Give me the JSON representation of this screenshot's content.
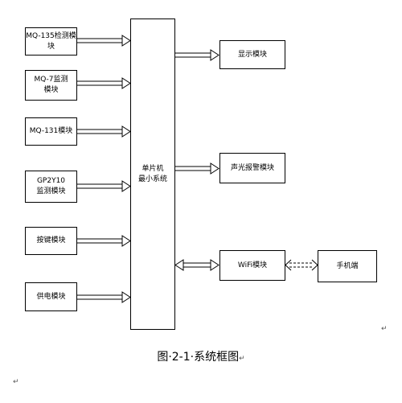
{
  "blocks": {
    "mq135": "MQ-135检测模块",
    "mq7": "MQ-7监测\n模块",
    "mq131": "MQ-131模块",
    "gp2y10": "GP2Y10\n监测模块",
    "keys": "按键模块",
    "power": "供电模块",
    "mcu": "单片机\n最小系统",
    "display": "显示模块",
    "alarm": "声光报警模块",
    "wifi": "WiFi模块",
    "phone": "手机端"
  },
  "caption": "图·2-1·系统框图",
  "marks": {
    "para": "↵"
  }
}
